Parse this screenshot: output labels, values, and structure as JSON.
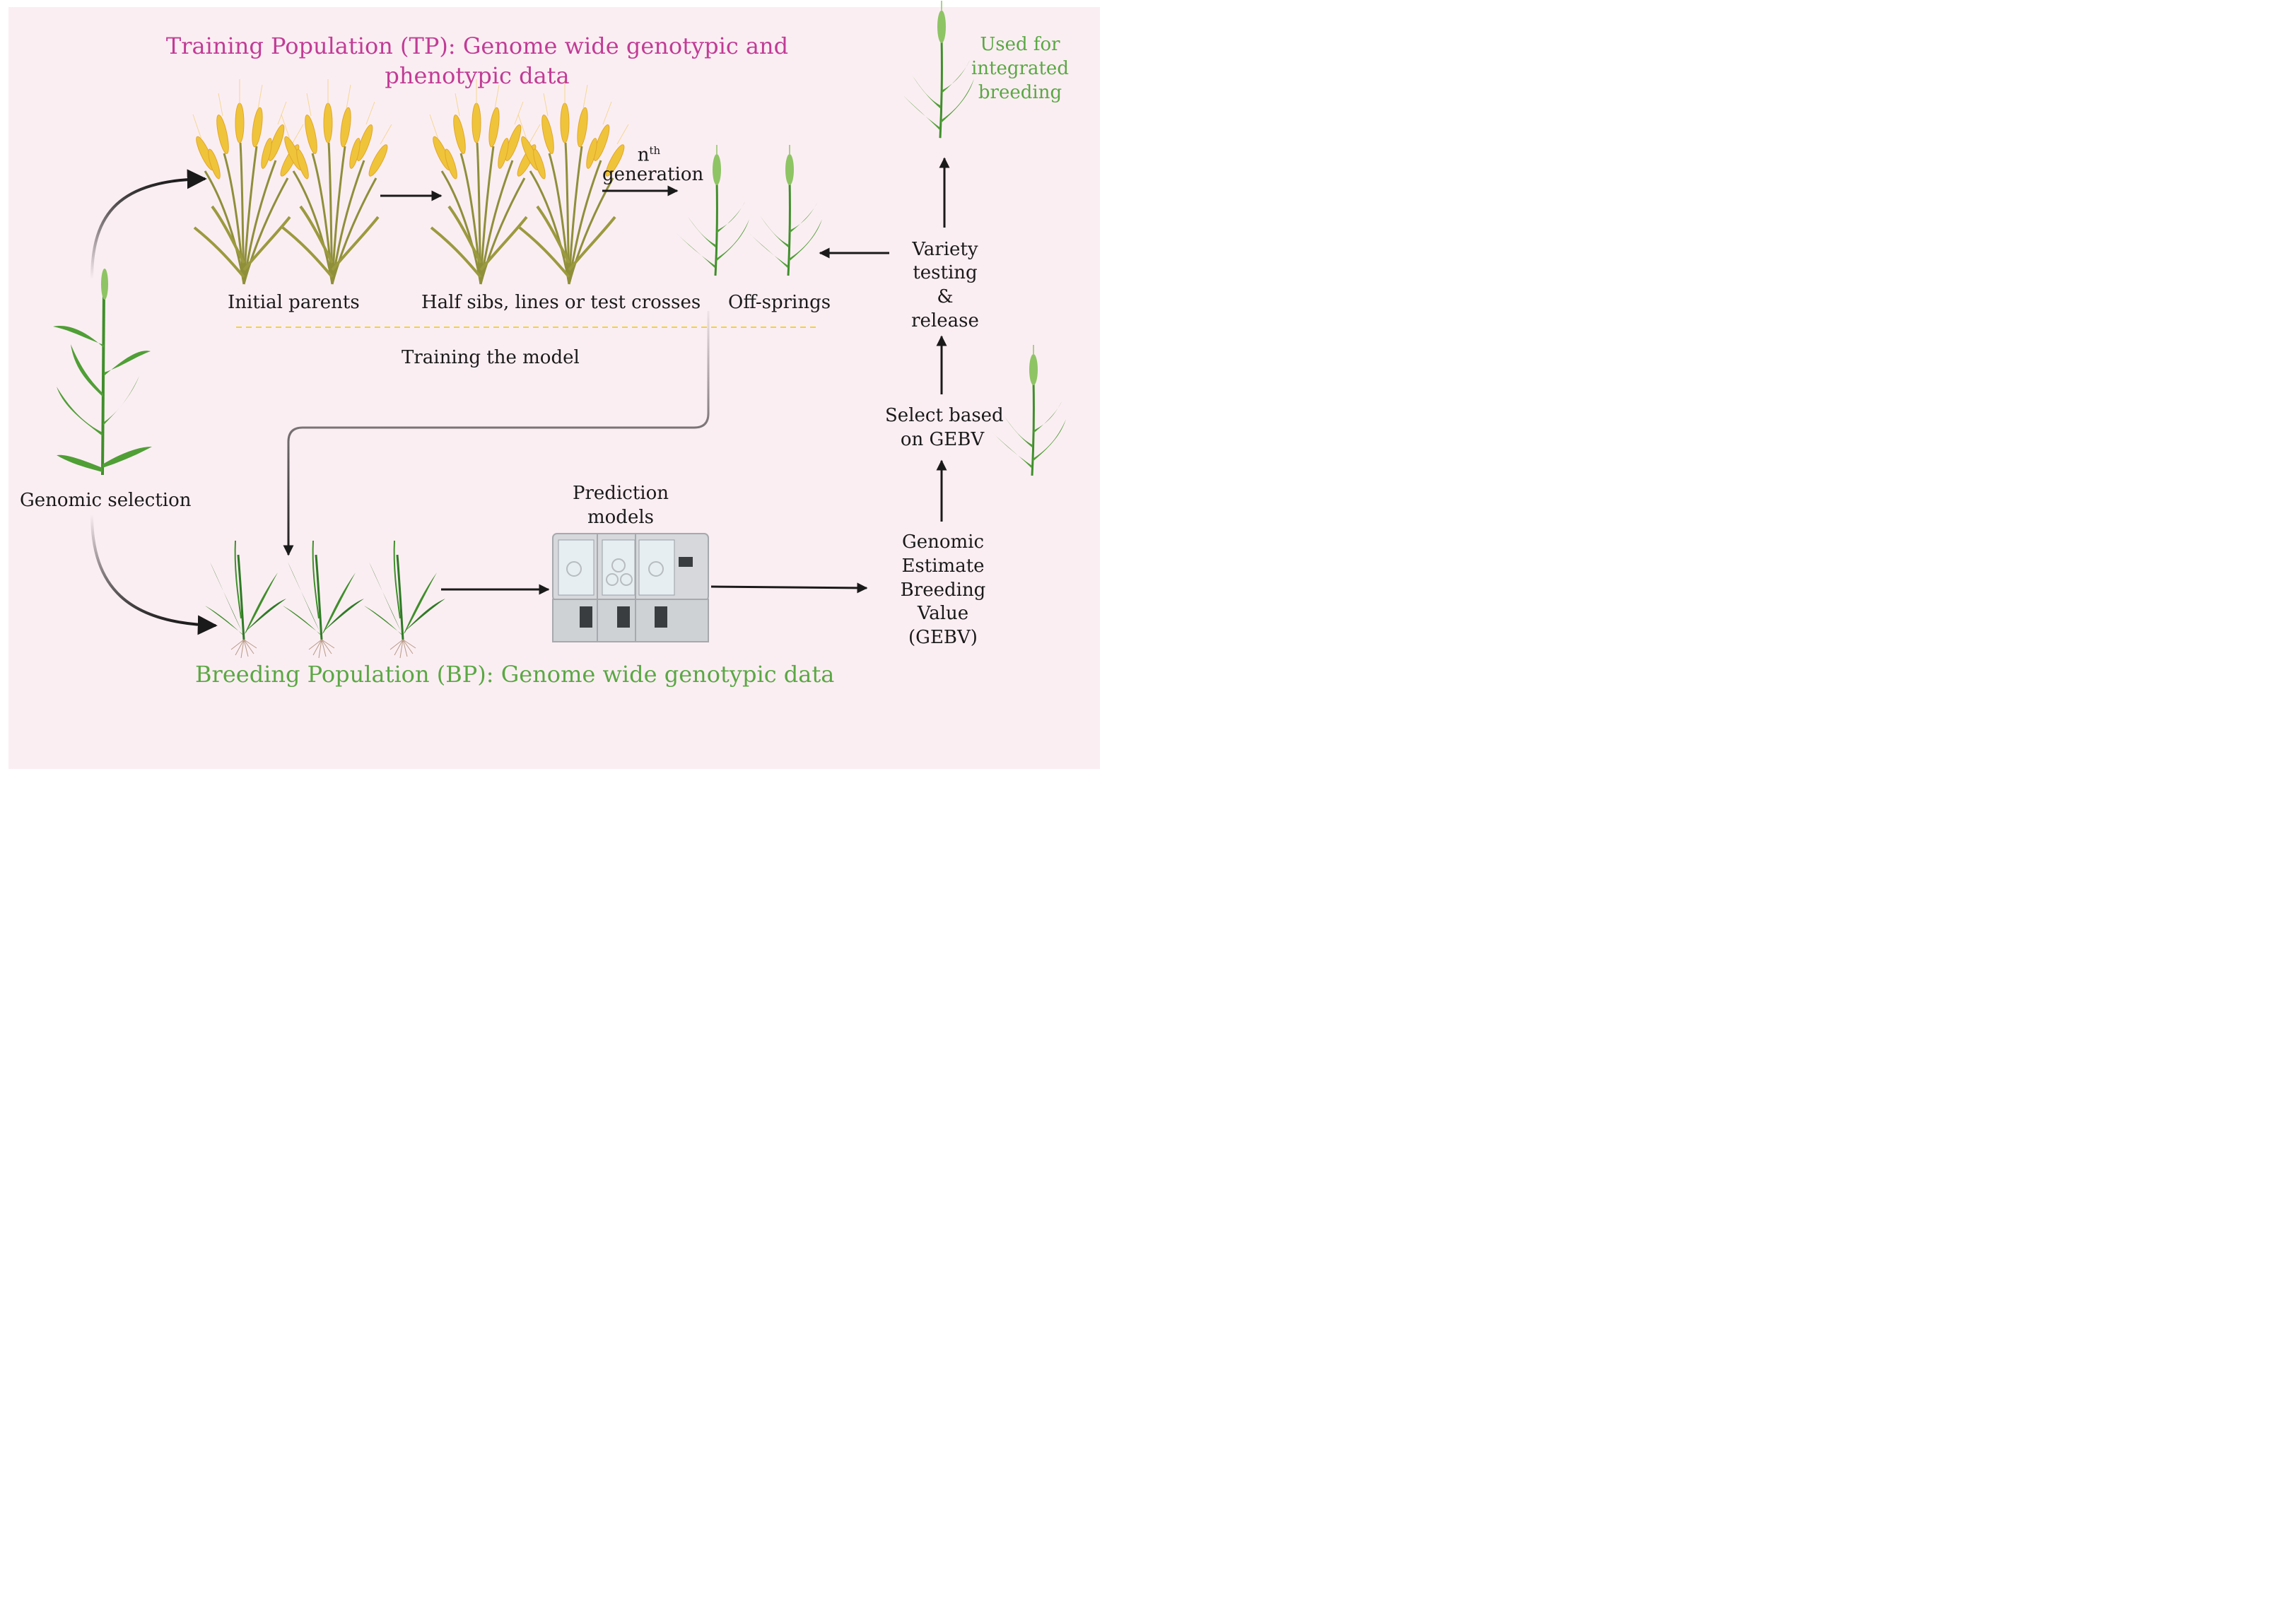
{
  "titles": {
    "training_population": "Training Population (TP): Genome wide genotypic and phenotypic data",
    "breeding_population": "Breeding Population (BP): Genome wide genotypic data"
  },
  "labels": {
    "initial_parents": "Initial  parents",
    "half_sibs": "Half sibs, lines or test crosses",
    "nth_n": "n",
    "nth_sup": "th",
    "generation": "generation",
    "offsprings": "Off-springs",
    "training_model": "Training the model",
    "genomic_selection": "Genomic selection",
    "prediction_models_1": "Prediction",
    "prediction_models_2": "models",
    "gebv_1": "Genomic",
    "gebv_2": "Estimate",
    "gebv_3": "Breeding",
    "gebv_4": "Value",
    "gebv_5": "(GEBV)",
    "select_1": "Select based",
    "select_2": "on GEBV",
    "variety_1": "Variety",
    "variety_2": "testing",
    "variety_3": "&",
    "variety_4": "release",
    "used_1": "Used for",
    "used_2": "integrated",
    "used_3": "breeding"
  },
  "colors": {
    "background": "#fbeef3",
    "tp_title": "#c13c95",
    "bp_title": "#5aa843",
    "dashed_line": "#f2d33c",
    "wheat_gold": "#f0c43a",
    "leaf_green": "#3f8f2a",
    "arrow": "#1a1a1a"
  },
  "icons": [
    "wheat-mature-icon",
    "wheat-young-icon",
    "maize-icon",
    "seedling-icon",
    "incubator-icon"
  ]
}
